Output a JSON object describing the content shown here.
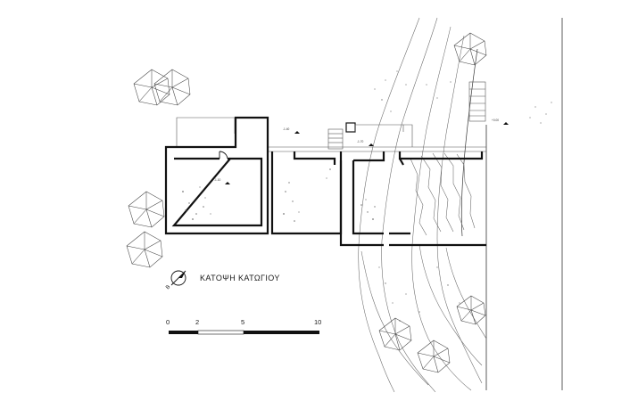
{
  "drawing": {
    "title": "ΚΑΤΟΨΗ ΚΑΤΩΓΙΟΥ",
    "north_label": "Β"
  },
  "scale_bar": {
    "ticks": [
      "0",
      "2",
      "5",
      "10"
    ]
  },
  "levels": {
    "room_left": "-1.10",
    "terrace": "-1.40",
    "entry_right": "-1.70",
    "east": "+0.00"
  }
}
